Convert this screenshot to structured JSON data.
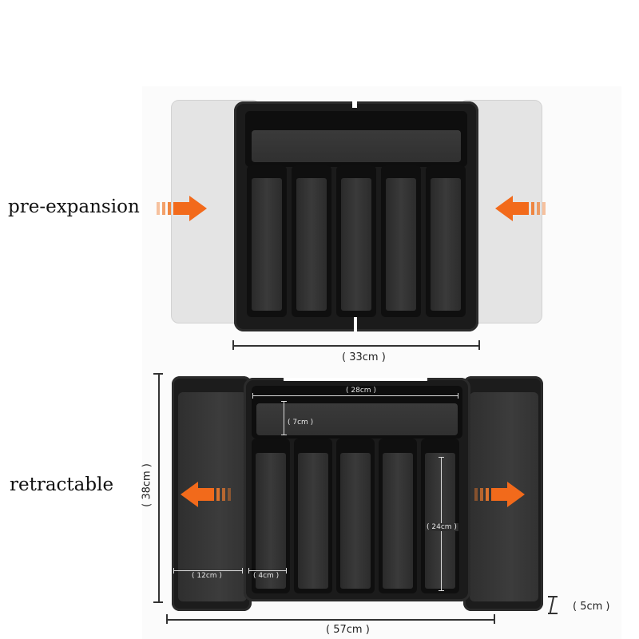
{
  "labels": {
    "pre_expansion": "pre-expansion",
    "retractable": "retractable"
  },
  "dimensions": {
    "closed_width": "( 33cm )",
    "expanded_width": "( 57cm )",
    "depth": "( 38cm )",
    "height": "( 5cm )",
    "top_compartment_width": "( 28cm )",
    "top_compartment_depth": "( 7cm )",
    "side_wing_width": "( 12cm )",
    "slot_width": "( 4cm )",
    "slot_length": "( 24cm )"
  },
  "colors": {
    "arrow": "#f26a1b",
    "tray": "#1b1b1b",
    "ghost_tray": "#e4e4e4"
  },
  "icons": {
    "arrow_in_left": "arrow-right-icon",
    "arrow_in_right": "arrow-left-icon",
    "arrow_out_left": "arrow-left-icon",
    "arrow_out_right": "arrow-right-icon"
  }
}
